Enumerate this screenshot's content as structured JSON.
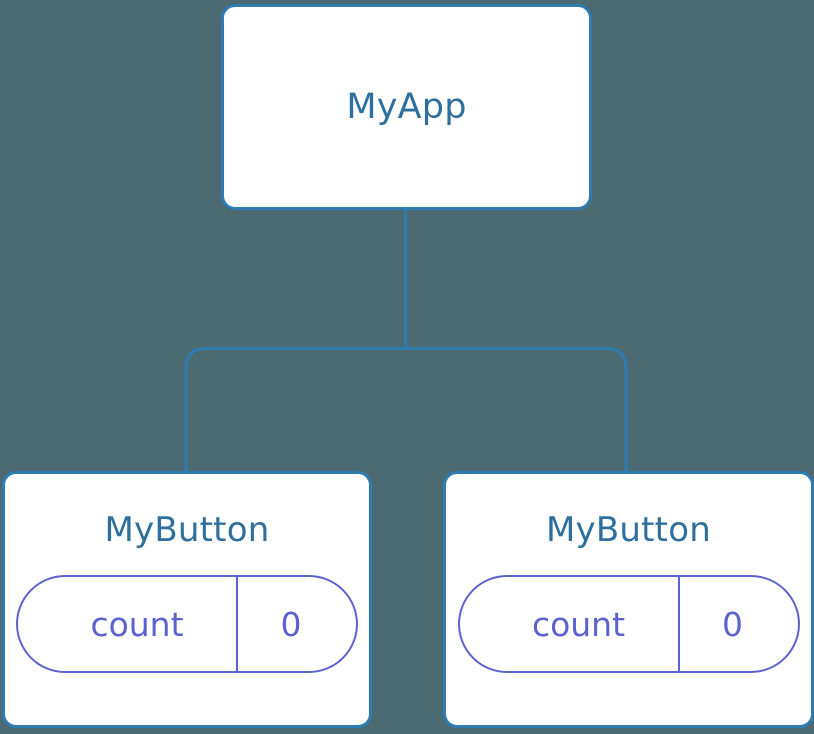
{
  "diagram": {
    "type": "component-tree",
    "background_color": "#4c6a72",
    "node_border_color": "#2e7cb0",
    "node_fill_color": "#ffffff",
    "node_label_color": "#2e6f9e",
    "state_accent_color": "#5c63ce",
    "edge_color": "#2e7cb0"
  },
  "root": {
    "label": "MyApp"
  },
  "children": [
    {
      "label": "MyButton",
      "state": {
        "key": "count",
        "value": "0"
      }
    },
    {
      "label": "MyButton",
      "state": {
        "key": "count",
        "value": "0"
      }
    }
  ]
}
